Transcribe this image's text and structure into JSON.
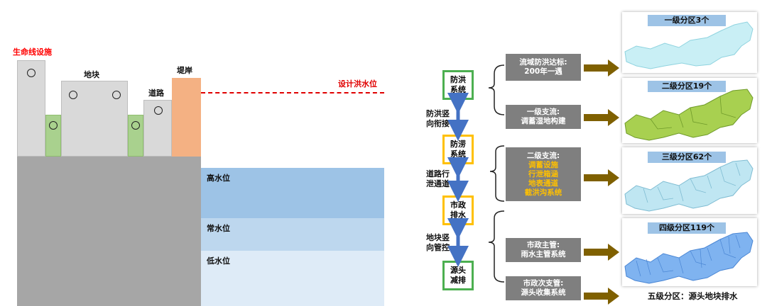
{
  "left_diagram": {
    "lifeline_label": "生命线设施",
    "block_label": "地块",
    "road_label": "道路",
    "embankment_label": "堤岸",
    "design_flood_label": "设计洪水位",
    "high_water_label": "高水位",
    "normal_water_label": "常水位",
    "low_water_label": "低水位",
    "colors": {
      "lifeline": "#ff0000",
      "design_flood_line": "#e00000",
      "embankment": "#f4b183",
      "ground": "#a6a6a6",
      "high_water": "#9dc3e6",
      "normal_water": "#bdd7ee",
      "low_water": "#deebf7"
    }
  },
  "systems": [
    {
      "label": "防洪\n系统",
      "border_color": "#4caf50"
    },
    {
      "label": "防涝\n系统",
      "border_color": "#ffc000"
    },
    {
      "label": "市政\n排水",
      "border_color": "#ffc000"
    },
    {
      "label": "源头\n减排",
      "border_color": "#4caf50"
    }
  ],
  "connectors": [
    "防洪竖\n向衔接",
    "道路行\n泄通道",
    "地块竖\n向管控"
  ],
  "categories": [
    {
      "lines": [
        "流域防洪达标:",
        "200年一遇"
      ],
      "highlight": []
    },
    {
      "lines": [
        "一级支流:",
        "调蓄湿地构建"
      ],
      "highlight": []
    },
    {
      "lines": [
        "二级支流:",
        "调蓄设施",
        "行泄箱涵",
        "地表通道",
        "截洪沟系统"
      ],
      "highlight": [
        1,
        2,
        3,
        4
      ]
    },
    {
      "lines": [
        "市政主管:",
        "雨水主管系统"
      ],
      "highlight": []
    },
    {
      "lines": [
        "市政次支管:",
        "源头收集系统"
      ],
      "highlight": []
    }
  ],
  "maps": [
    {
      "title": "一级分区3个",
      "fill": "#c9eff5"
    },
    {
      "title": "二级分区19个",
      "fill": "#a8d050"
    },
    {
      "title": "三级分区62个",
      "fill": "#bfe6f2"
    },
    {
      "title": "四级分区119个",
      "fill": "#7fb3f0"
    }
  ],
  "fifth_level_label": "五级分区：源头地块排水",
  "colors": {
    "arrow": "#7f6000",
    "category_box": "#7f7f7f",
    "highlight_text": "#ffc000",
    "connector_arrow": "#4472c4",
    "map_title_bg": "#9dc3e6"
  }
}
